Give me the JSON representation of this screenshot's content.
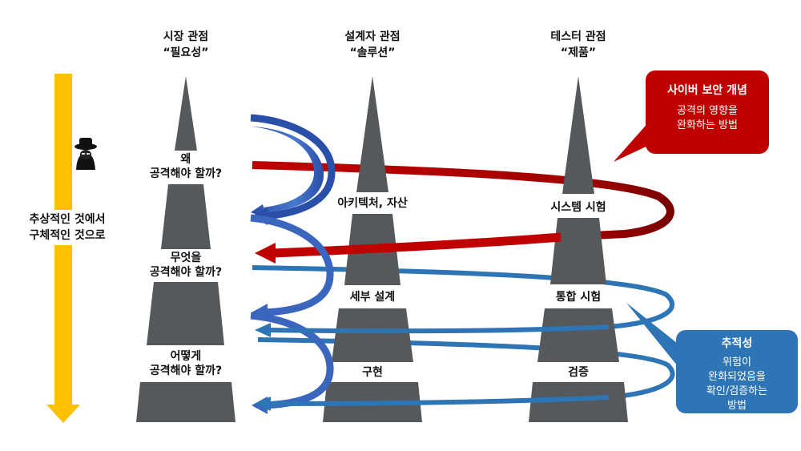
{
  "columns": [
    {
      "title": "시장 관점",
      "subtitle": "“필요성”"
    },
    {
      "title": "설계자 관점",
      "subtitle": "“솔루션”"
    },
    {
      "title": "테스터 관점",
      "subtitle": "“제품”"
    }
  ],
  "market_levels": [
    {
      "line1": "왜",
      "line2": "공격해야 할까?"
    },
    {
      "line1": "무엇을",
      "line2": "공격해야 할까?"
    },
    {
      "line1": "어떻게",
      "line2": "공격해야 할까?"
    }
  ],
  "designer_levels": [
    "아키텍처, 자산",
    "세부 설계",
    "구현"
  ],
  "tester_levels": [
    "시스템 시험",
    "통합 시험",
    "검증"
  ],
  "abstraction_arrow": {
    "line1": "추상적인 것에서",
    "line2": "구체적인 것으로",
    "color": "#ffc000"
  },
  "callout_security": {
    "title": "사이버 보안 개념",
    "line1": "공격의 영향을",
    "line2": "완화하는 방법",
    "color": "#c00000"
  },
  "callout_trace": {
    "title": "추적성",
    "line1": "위험이",
    "line2": "완화되었음을",
    "line3": "확인/검증하는",
    "line4": "방법",
    "color": "#2e75b6"
  },
  "colors": {
    "pyramid": "#55595c",
    "blue_arrow": "#2e5fb0",
    "trace_arrow": "#2e75b6",
    "red_arrow": "#c00000"
  }
}
